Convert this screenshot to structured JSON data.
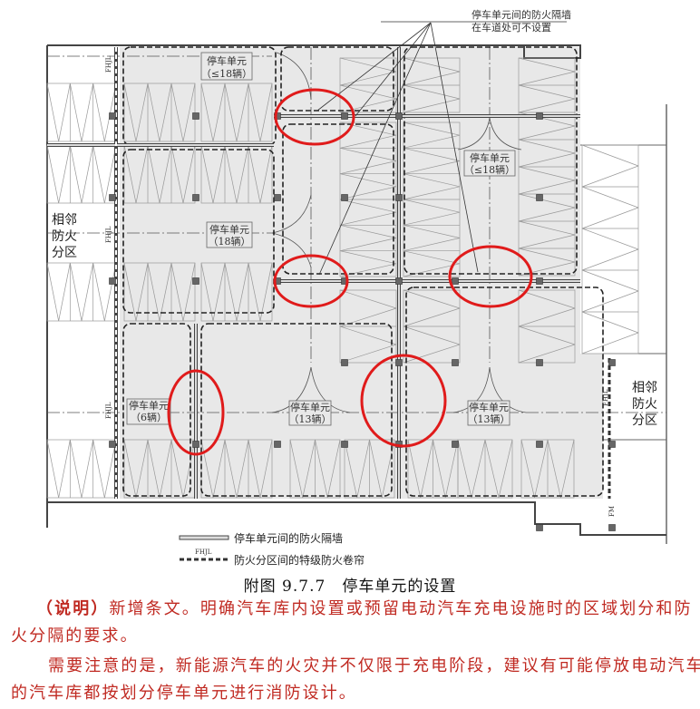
{
  "annotation": {
    "line1": "停车单元间的防火隔墙",
    "line2": "在车道处可不设置"
  },
  "units": [
    {
      "name": "停车单元",
      "count": "（≤18辆）"
    },
    {
      "name": "停车单元",
      "count": "（18辆）"
    },
    {
      "name": "停车单元",
      "count": "（≤18辆）"
    },
    {
      "name": "停车单元",
      "count": "（6辆）"
    },
    {
      "name": "停车单元",
      "count": "（13辆）"
    },
    {
      "name": "停车单元",
      "count": "（13辆）"
    }
  ],
  "adjacent_zone": [
    "相邻",
    "防火",
    "分区"
  ],
  "shutter_code": "FHJL",
  "door_code": "FM",
  "legend": {
    "fire_wall": "停车单元间的防火隔墙",
    "shutter": "防火分区间的特级防火卷帘",
    "shutter_code": "FHJL"
  },
  "caption": "附图 9.7.7　停车单元的设置",
  "notes": {
    "label": "（说明）",
    "p1_line1": "新增条文。明确汽车库内设置或预留电动汽车充电设施时的区域划分和防",
    "p1_line2": "火分隔的要求。",
    "p2_line1": "需要注意的是，新能源汽车的火灾并不仅限于充电阶段，建议有可能停放电动汽车",
    "p2_line2": "的汽车库都按划分停车单元进行消防设计。"
  },
  "colors": {
    "highlight": "#e01b1b",
    "note_text": "#c02a22",
    "unit_fill": "#e8e8e8"
  }
}
